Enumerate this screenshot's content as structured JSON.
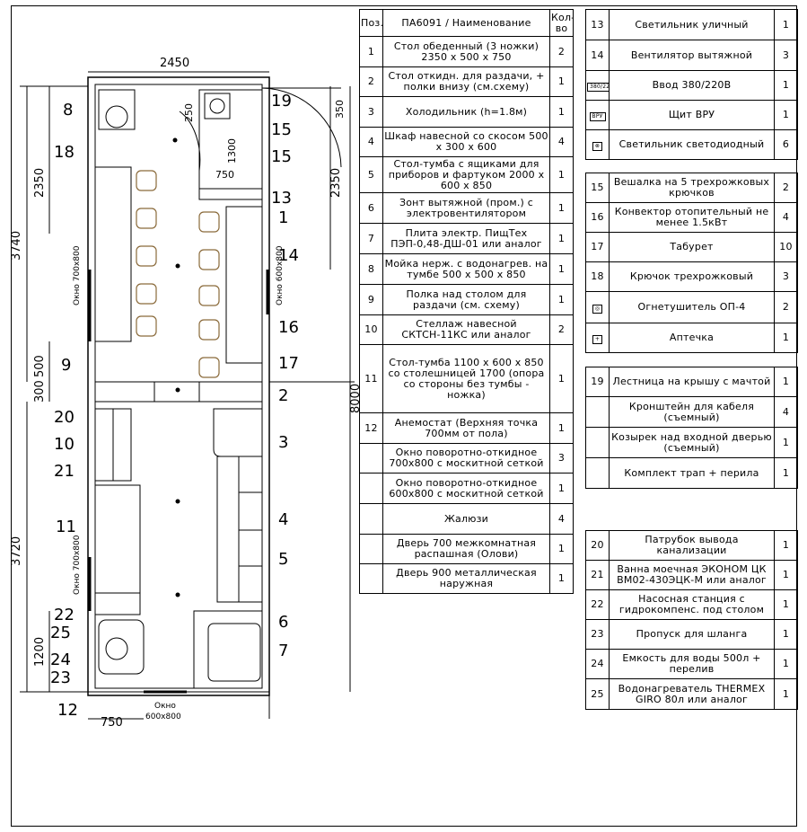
{
  "dimensions": {
    "total_width": "2450",
    "left_upper": "2350",
    "right_upper": "2350",
    "top_right_small": "350",
    "left_3740": "3740",
    "right_8000": "8000",
    "d500": "500",
    "d300": "300",
    "d3720": "3720",
    "d1200": "1200",
    "d750_bottom": "750",
    "d750_inner": "750",
    "d250": "250",
    "d1300": "1300"
  },
  "plan_labels": {
    "window_700_800_a": "Окно 700х800",
    "window_700_800_b": "Окно 700х800",
    "window_600_800_side": "Окно 600х800",
    "window_600_800_bottom_1": "Окно",
    "window_600_800_bottom_2": "600х800"
  },
  "callouts": [
    "8",
    "18",
    "19",
    "15",
    "15",
    "13",
    "1",
    "14",
    "16",
    "17",
    "9",
    "2",
    "20",
    "10",
    "21",
    "3",
    "11",
    "4",
    "5",
    "22",
    "6",
    "25",
    "7",
    "24",
    "23",
    "12"
  ],
  "table_main": {
    "header": {
      "pos": "Поз.",
      "name": "ПА6091 / Наименование",
      "qty": "Кол-во"
    },
    "rows": [
      {
        "pos": "1",
        "name": "Стол обеденный (3 ножки) 2350 х 500 х 750",
        "qty": "2"
      },
      {
        "pos": "2",
        "name": "Стол откидн. для раздачи, + полки внизу (см.схему)",
        "qty": "1"
      },
      {
        "pos": "3",
        "name": "Холодильник (h=1.8м)",
        "qty": "1"
      },
      {
        "pos": "4",
        "name": "Шкаф навесной со скосом 500 х 300 х 600",
        "qty": "4"
      },
      {
        "pos": "5",
        "name": "Стол-тумба с ящиками для приборов и фартуком 2000 х 600 х 850",
        "qty": "1"
      },
      {
        "pos": "6",
        "name": "Зонт вытяжной (пром.) с электровентилятором",
        "qty": "1"
      },
      {
        "pos": "7",
        "name": "Плита электр. ПищТех ПЭП-0,48-ДШ-01 или аналог",
        "qty": "1"
      },
      {
        "pos": "8",
        "name": "Мойка нерж. с водонагрев. на тумбе 500 х 500 х 850",
        "qty": "1"
      },
      {
        "pos": "9",
        "name": "Полка над столом для раздачи (см. схему)",
        "qty": "1"
      },
      {
        "pos": "10",
        "name": "Стеллаж навесной СКТСН-11КС или аналог",
        "qty": "2"
      },
      {
        "pos": "11",
        "name": "Стол-тумба 1100 х 600 х 850 со столешницей 1700 (опора со стороны без тумбы - ножка)",
        "qty": "1"
      },
      {
        "pos": "12",
        "name": "Анемостат (Верхняя точка 700мм от пола)",
        "qty": "1"
      },
      {
        "pos": "",
        "name": "Окно поворотно-откидное 700х800 с москитной сеткой",
        "qty": "3"
      },
      {
        "pos": "",
        "name": "Окно поворотно-откидное 600х800 с москитной сеткой",
        "qty": "1"
      },
      {
        "pos": "",
        "name": "Жалюзи",
        "qty": "4"
      },
      {
        "pos": "",
        "name": "Дверь 700 межкомнатная распашная (Олови)",
        "qty": "1"
      },
      {
        "pos": "",
        "name": "Дверь 900 металлическая наружная",
        "qty": "1"
      }
    ]
  },
  "table_right_1": [
    {
      "pos": "13",
      "name": "Светильник уличный",
      "qty": "1"
    },
    {
      "pos": "14",
      "name": "Вентилятор вытяжной",
      "qty": "3"
    },
    {
      "pos": "",
      "icon": "380/220",
      "name": "Ввод 380/220В",
      "qty": "1"
    },
    {
      "pos": "",
      "icon": "ВРУ",
      "name": "Щит ВРУ",
      "qty": "1"
    },
    {
      "pos": "",
      "icon": "⊗",
      "name": "Светильник светодиодный",
      "qty": "6"
    }
  ],
  "table_right_2": [
    {
      "pos": "15",
      "name": "Вешалка на 5 трехрожковых крючков",
      "qty": "2"
    },
    {
      "pos": "16",
      "name": "Конвектор отопительный не менее 1.5кВт",
      "qty": "4"
    },
    {
      "pos": "17",
      "name": "Табурет",
      "qty": "10"
    },
    {
      "pos": "18",
      "name": "Крючок трехрожковый",
      "qty": "3"
    },
    {
      "pos": "",
      "icon": "◎",
      "name": "Огнетушитель ОП-4",
      "qty": "2"
    },
    {
      "pos": "",
      "icon": "+",
      "name": "Аптечка",
      "qty": "1"
    }
  ],
  "table_right_3": [
    {
      "pos": "19",
      "name": "Лестница на крышу с мачтой",
      "qty": "1"
    },
    {
      "pos": "",
      "name": "Кронштейн для кабеля (съемный)",
      "qty": "4"
    },
    {
      "pos": "",
      "name": "Козырек над входной дверью (съемный)",
      "qty": "1"
    },
    {
      "pos": "",
      "name": "Комплект трап + перила",
      "qty": "1"
    }
  ],
  "table_right_4": [
    {
      "pos": "20",
      "name": "Патрубок вывода канализации",
      "qty": "1"
    },
    {
      "pos": "21",
      "name": "Ванна моечная ЭКОНОМ ЦК ВМ02-430ЭЦК-М или аналог",
      "qty": "1"
    },
    {
      "pos": "22",
      "name": "Насосная станция с гидрокомпенс. под столом",
      "qty": "1"
    },
    {
      "pos": "23",
      "name": "Пропуск для шланга",
      "qty": "1"
    },
    {
      "pos": "24",
      "name": "Емкость для воды 500л + перелив",
      "qty": "1"
    },
    {
      "pos": "25",
      "name": "Водонагреватель THERMEX GIRO 80л или аналог",
      "qty": "1"
    }
  ]
}
